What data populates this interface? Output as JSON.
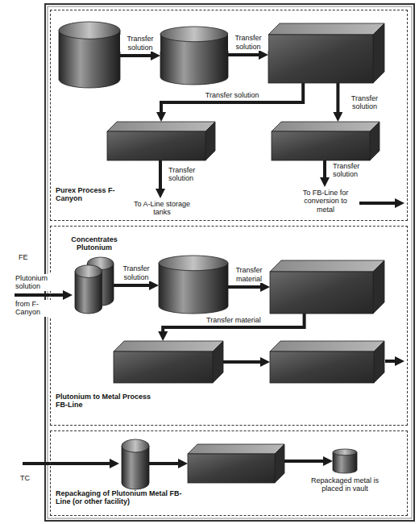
{
  "diagram": {
    "nodes": [
      {
        "text": [
          "Purex Process F-Canyon"
        ]
      },
      {
        "text": [],
        "in": 0
      },
      {
        "text": [],
        "in": 0
      },
      {
        "text": [],
        "in": 0
      },
      {
        "text": [],
        "in": 0
      },
      {
        "text": [],
        "in": 0
      },
      {
        "text": [
          "Plutonium to Metal Process FB-Line"
        ]
      },
      {
        "text": [
          "Concentrates Plutonium"
        ],
        "in": 6
      },
      {
        "text": [],
        "in": 6
      },
      {
        "text": [],
        "in": 6
      },
      {
        "text": [],
        "in": 6
      },
      {
        "text": [],
        "in": 6
      },
      {
        "text": [
          "Repackaging of Plutonium Metal FB-Line (or other facility)"
        ]
      },
      {
        "text": [],
        "in": 12
      },
      {
        "text": [],
        "in": 12
      },
      {
        "text": [
          "Repackaged metal is placed in vault"
        ],
        "in": 12
      }
    ],
    "edges": [
      {
        "from": 1,
        "to": 2,
        "label": "Transfer solution",
        "arrow": "to"
      },
      {
        "from": 2,
        "to": 3,
        "label": "Transfer solution",
        "arrow": "to"
      },
      {
        "from": 3,
        "to": 4,
        "label": "Transfer solution",
        "arrow": "to"
      },
      {
        "from": 3,
        "to": 5,
        "label": "Transfer solution",
        "arrow": "to"
      },
      {
        "from": 7,
        "to": 8,
        "label": "Transfer solution",
        "arrow": "to"
      },
      {
        "from": 8,
        "to": 9,
        "label": "Transfer material",
        "arrow": "to"
      },
      {
        "from": 9,
        "to": 10,
        "label": "Transfer material",
        "arrow": "to"
      },
      {
        "from": 10,
        "to": 11,
        "arrow": "to"
      },
      {
        "from": 13,
        "to": 14,
        "arrow": "to"
      },
      {
        "from": 14,
        "to": 15,
        "arrow": "to"
      }
    ],
    "labels": [
      "FE",
      "TC",
      "Transfer solution",
      "To A-Line storage tanks",
      "Transfer solution",
      "To FB-Line for conversion to metal",
      "Plutonium solution",
      "from F-Canyon"
    ]
  }
}
